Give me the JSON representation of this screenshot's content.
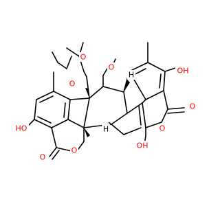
{
  "colors": {
    "carbon": "#000000",
    "oxygen": "#ff0000",
    "background": "#ffffff"
  },
  "atom_labels": {
    "o_ac": "O",
    "o_ac2": "O",
    "o_me": "O",
    "oh_rt": "OH",
    "o_co_rt": "O",
    "o_ring_rt": "O",
    "oh_bot_rt": "OH",
    "ho_left": "HO",
    "o_co_left": "O",
    "o_ring_left": "O",
    "h_top": "H",
    "h_mid": "H"
  }
}
